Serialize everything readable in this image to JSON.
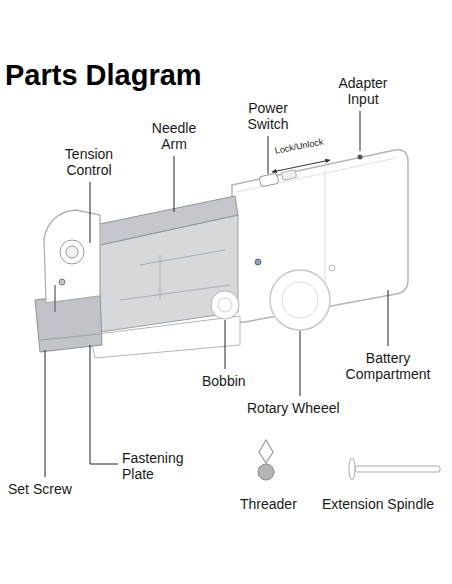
{
  "diagram": {
    "title": "Parts Dlagram",
    "labels": [
      "Adapter Input",
      "Power Switch",
      "Needle Arm",
      "Lock/Unlock",
      "Tension Control",
      "Bobbin",
      "Battery Compartment",
      "Rotary Wheeel",
      "Fastening Plate",
      "Set Screw",
      "Threader",
      "Extension Spindle"
    ]
  }
}
